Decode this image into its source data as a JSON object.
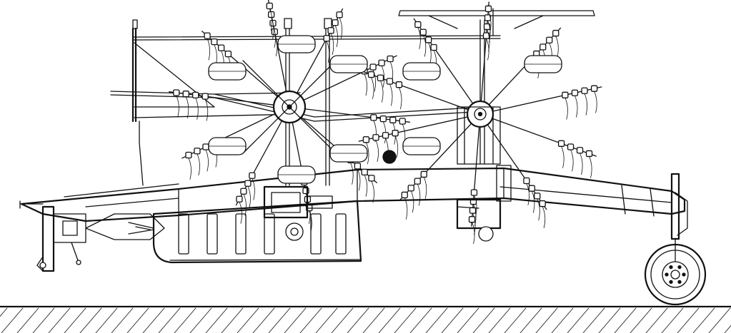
{
  "drawing": {
    "subject": "twin-rotor-rake-side-view",
    "line_color": "#111111",
    "background_color": "#ffffff",
    "rotor_count": 2,
    "transport_wheel_count": 1,
    "has_ground_hatching": true
  }
}
